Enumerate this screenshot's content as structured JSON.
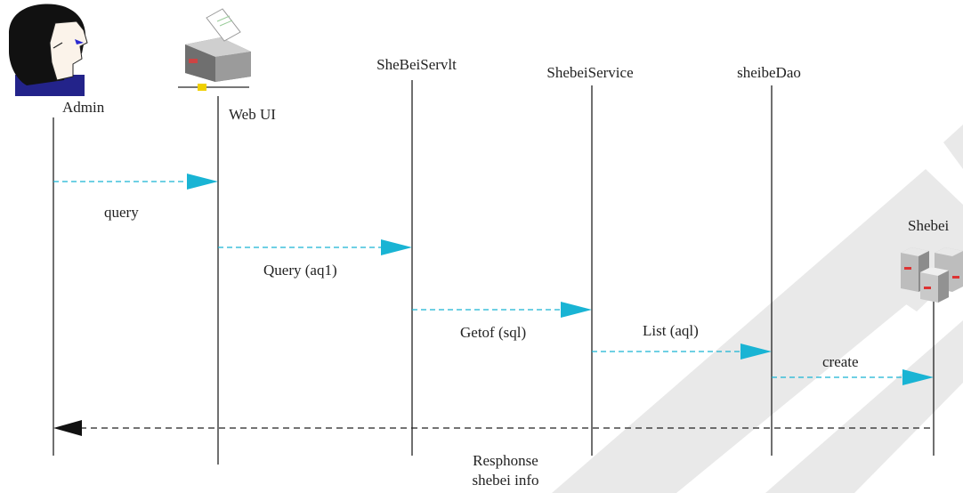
{
  "participants": {
    "admin": {
      "label": "Admin",
      "icon": "admin-person-icon"
    },
    "webui": {
      "label": "Web UI",
      "icon": "printer-terminal-icon"
    },
    "servlet": {
      "label": "SheBeiServlt"
    },
    "service": {
      "label": "ShebeiService"
    },
    "dao": {
      "label": "sheibeDao"
    },
    "shebei": {
      "label": "Shebei",
      "icon": "server-cluster-icon"
    }
  },
  "messages": [
    {
      "label": "query",
      "style": "dashed",
      "color": "#19b4d4",
      "direction": "forward"
    },
    {
      "label": "Query (aq1)",
      "style": "dashed",
      "color": "#19b4d4",
      "direction": "forward"
    },
    {
      "label": "Getof (sql)",
      "style": "dashed",
      "color": "#19b4d4",
      "direction": "forward"
    },
    {
      "label": "List (aql)",
      "style": "dashed",
      "color": "#19b4d4",
      "direction": "forward"
    },
    {
      "label": "create",
      "style": "dashed",
      "color": "#19b4d4",
      "direction": "forward"
    },
    {
      "label_line1": "Resphonse",
      "label_line2": "shebei info",
      "style": "dashed",
      "color": "#222222",
      "direction": "return"
    }
  ],
  "colors": {
    "arrow_accent": "#19b4d4",
    "return_arrow": "#222222",
    "lifeline": "#111111",
    "watermark": "#e6e6e6"
  }
}
